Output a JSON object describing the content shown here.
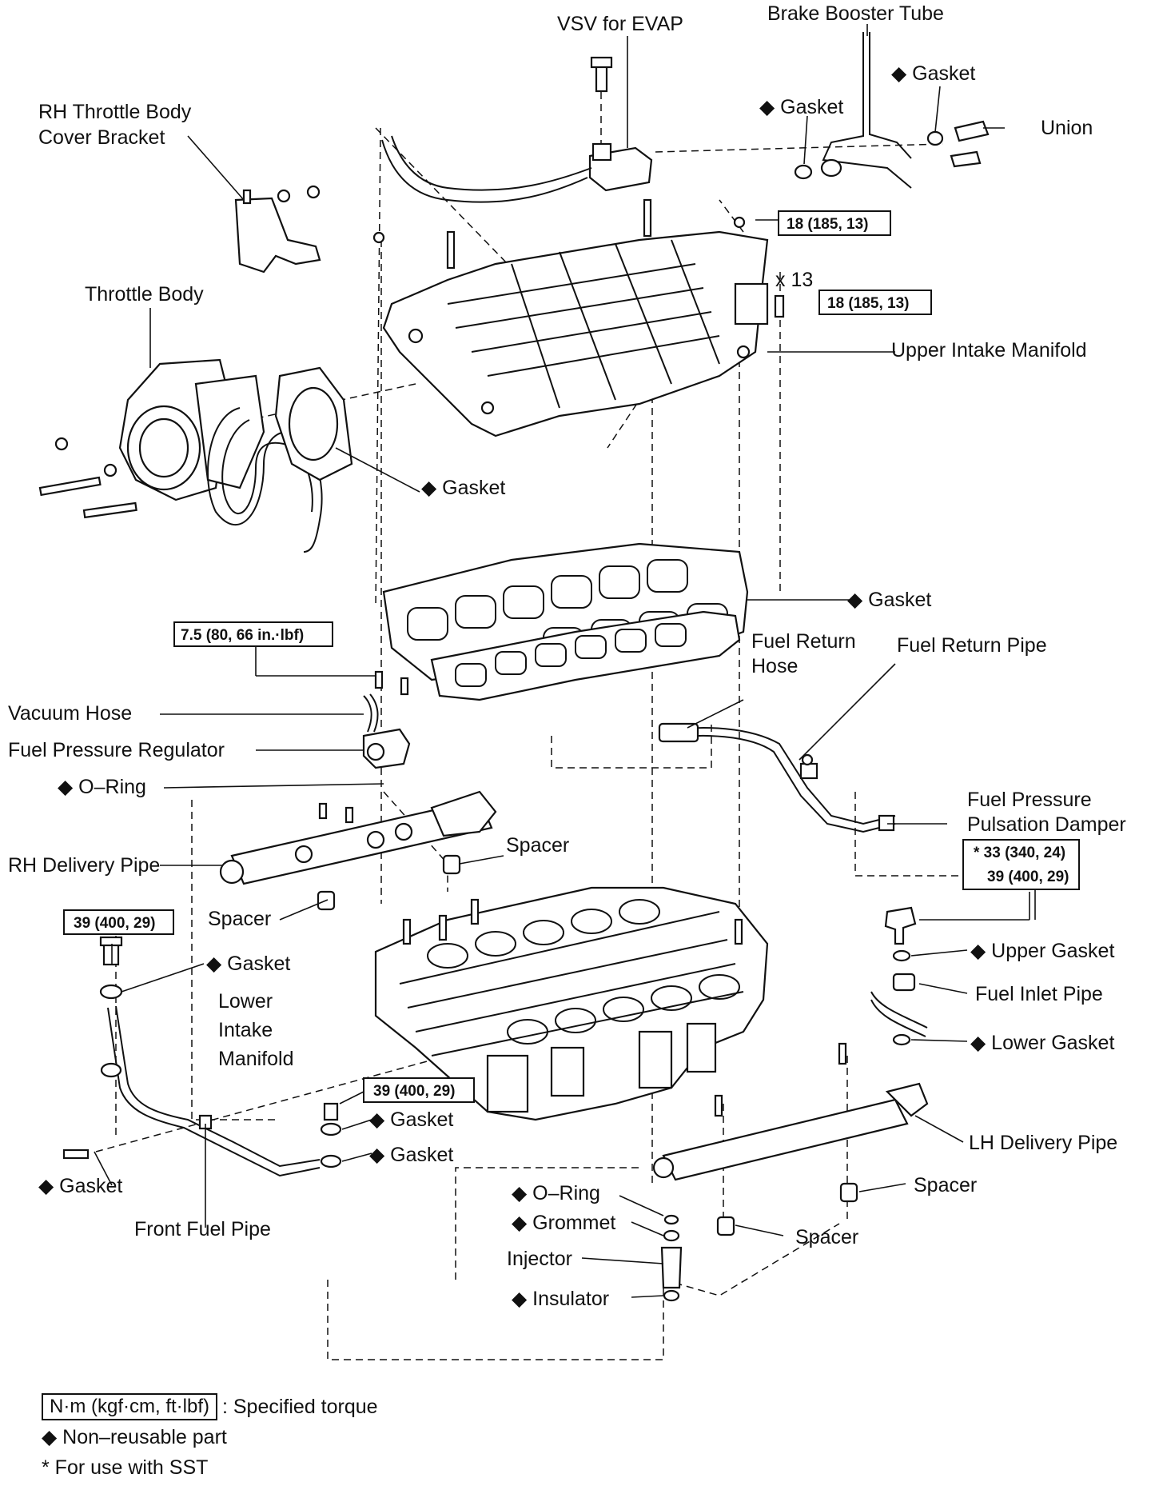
{
  "labels": {
    "vsv": "VSV for EVAP",
    "brake_booster": "Brake Booster Tube",
    "gasket_a": "◆ Gasket",
    "gasket_b": "◆ Gasket",
    "union": "Union",
    "rh_tb_cover_1": "RH Throttle Body",
    "rh_tb_cover_2": "Cover Bracket",
    "throttle_body": "Throttle Body",
    "x13": "x 13",
    "upper_manifold": "Upper Intake Manifold",
    "gasket_tb": "◆ Gasket",
    "gasket_upper": "◆ Gasket",
    "fuel_return_hose_1": "Fuel Return",
    "fuel_return_hose_2": "Hose",
    "fuel_return_pipe": "Fuel Return Pipe",
    "vacuum_hose": "Vacuum Hose",
    "fpr": "Fuel Pressure Regulator",
    "oring_top": "◆ O–Ring",
    "rh_delivery": "RH Delivery Pipe",
    "spacer_rh1": "Spacer",
    "spacer_rh2": "Spacer",
    "fppd_1": "Fuel Pressure",
    "fppd_2": "Pulsation Damper",
    "gasket_front1": "◆ Gasket",
    "lower_1": "Lower",
    "lower_2": "Intake",
    "lower_3": "Manifold",
    "upper_gasket": "◆ Upper Gasket",
    "fuel_inlet": "Fuel Inlet Pipe",
    "lower_gasket": "◆ Lower Gasket",
    "gasket_c": "◆ Gasket",
    "gasket_d": "◆ Gasket",
    "gasket_e": "◆ Gasket",
    "lh_delivery": "LH Delivery Pipe",
    "spacer_lh1": "Spacer",
    "spacer_lh2": "Spacer",
    "front_fuel": "Front Fuel Pipe",
    "oring_bottom": "◆ O–Ring",
    "grommet": "◆ Grommet",
    "injector": "Injector",
    "insulator": "◆ Insulator"
  },
  "torques": {
    "t_18a": "18 (185, 13)",
    "t_18b": "18 (185, 13)",
    "t_75": "7.5 (80, 66 in.·lbf)",
    "t_33": "* 33 (340, 24)",
    "t_39c": "39 (400, 29)",
    "t_39a": "39 (400, 29)",
    "t_39b": "39 (400, 29)"
  },
  "legend": {
    "unit": "N·m (kgf·cm, ft·lbf)",
    "unit_desc": ": Specified torque",
    "nonreusable": "◆ Non–reusable part",
    "sst": "* For use with SST"
  }
}
